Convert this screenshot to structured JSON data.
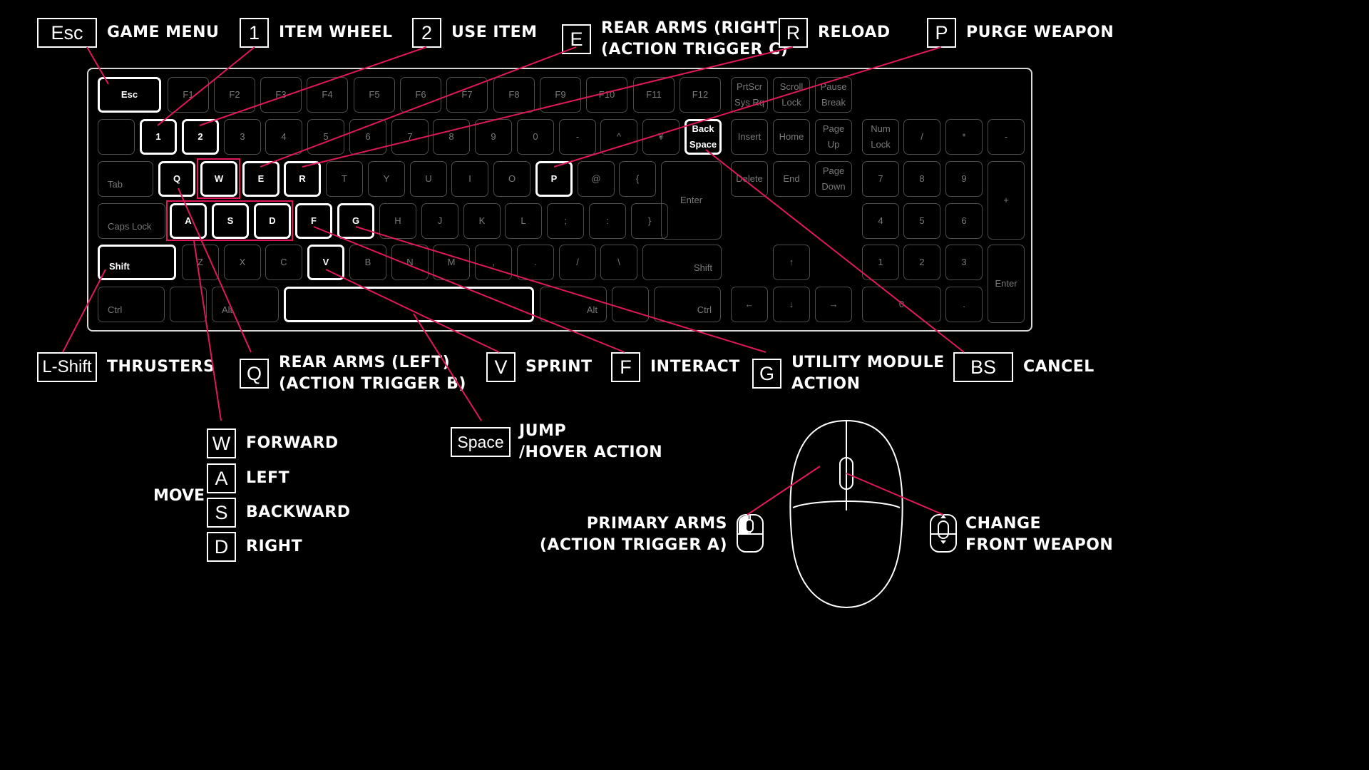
{
  "keyboard": {
    "rows": [
      [
        "Esc",
        "F1",
        "F2",
        "F3",
        "F4",
        "F5",
        "F6",
        "F7",
        "F8",
        "F9",
        "F10",
        "F11",
        "F12",
        "PrtScr|Sys Rq",
        "Scroll|Lock",
        "Pause|Break"
      ],
      [
        "",
        "1",
        "2",
        "3",
        "4",
        "5",
        "6",
        "7",
        "8",
        "9",
        "0",
        "-",
        "^",
        "¥",
        "Back|Space",
        "Insert",
        "Home",
        "Page|Up",
        "Num|Lock",
        "/",
        "*",
        "-"
      ],
      [
        "Tab",
        "Q",
        "W",
        "E",
        "R",
        "T",
        "Y",
        "U",
        "I",
        "O",
        "P",
        "@",
        "{",
        "Enter",
        "Delete",
        "End",
        "Page|Down",
        "7",
        "8",
        "9",
        "+"
      ],
      [
        "Caps Lock",
        "A",
        "S",
        "D",
        "F",
        "G",
        "H",
        "J",
        "K",
        "L",
        ";",
        ":",
        "}",
        "4",
        "5",
        "6"
      ],
      [
        "Shift",
        "Z",
        "X",
        "C",
        "V",
        "B",
        "N",
        "M",
        ",",
        ".",
        "/",
        "\\",
        "Shift",
        "↑",
        "1",
        "2",
        "3",
        "Enter"
      ],
      [
        "Ctrl",
        "",
        "Alt",
        "",
        "Alt",
        "",
        "Ctrl",
        "←",
        "↓",
        "→",
        "0",
        "."
      ]
    ]
  },
  "callouts": {
    "esc": {
      "key": "Esc",
      "label": [
        "GAME MENU"
      ]
    },
    "one": {
      "key": "1",
      "label": [
        "ITEM WHEEL"
      ]
    },
    "two": {
      "key": "2",
      "label": [
        "USE ITEM"
      ]
    },
    "e": {
      "key": "E",
      "label": [
        "REAR ARMS (RIGHT)",
        "(ACTION TRIGGER C)"
      ]
    },
    "r": {
      "key": "R",
      "label": [
        "RELOAD"
      ]
    },
    "p": {
      "key": "P",
      "label": [
        "PURGE WEAPON"
      ]
    },
    "lshift": {
      "key": "L-Shift",
      "label": [
        "THRUSTERS"
      ]
    },
    "q": {
      "key": "Q",
      "label": [
        "REAR ARMS (LEFT)",
        "(ACTION TRIGGER B)"
      ]
    },
    "v": {
      "key": "V",
      "label": [
        "SPRINT"
      ]
    },
    "f": {
      "key": "F",
      "label": [
        "INTERACT"
      ]
    },
    "g": {
      "key": "G",
      "label": [
        "UTILITY MODULE",
        "ACTION"
      ]
    },
    "bs": {
      "key": "BS",
      "label": [
        "CANCEL"
      ]
    },
    "space": {
      "key": "Space",
      "label": [
        "JUMP",
        "/HOVER ACTION"
      ]
    }
  },
  "move": {
    "title": "MOVE",
    "items": [
      {
        "key": "W",
        "label": "FORWARD"
      },
      {
        "key": "A",
        "label": "LEFT"
      },
      {
        "key": "S",
        "label": "BACKWARD"
      },
      {
        "key": "D",
        "label": "RIGHT"
      }
    ]
  },
  "mouse": {
    "left_label": [
      "PRIMARY ARMS",
      "(ACTION TRIGGER A)"
    ],
    "right_label": [
      "CHANGE",
      "FRONT WEAPON"
    ]
  },
  "colors": {
    "background": "#000000",
    "line": "#ffffff",
    "accent": "#e0185a",
    "dim": "#4d4d4d"
  }
}
